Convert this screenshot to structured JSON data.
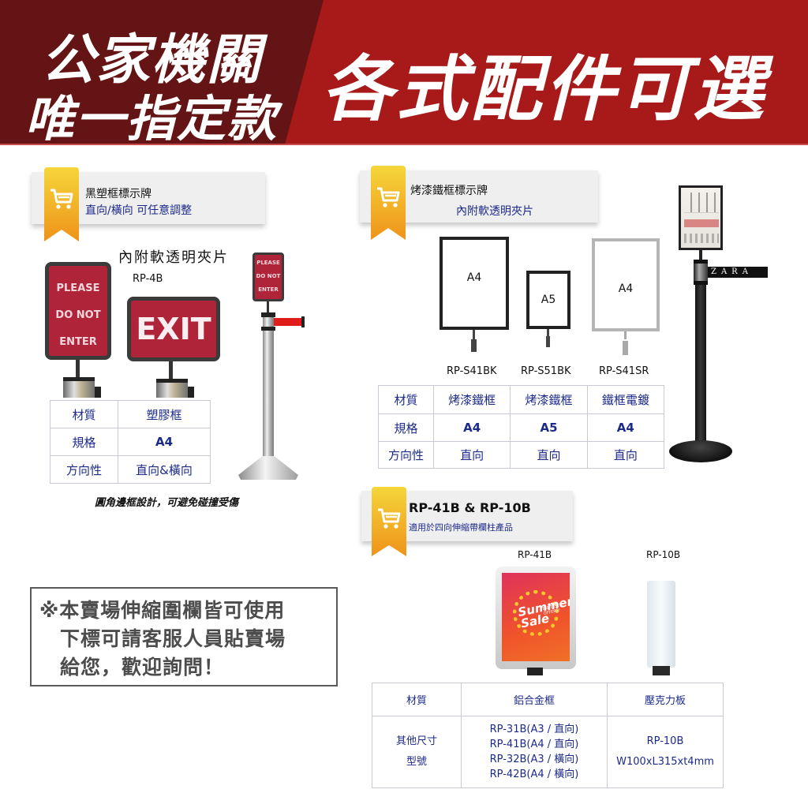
{
  "banner": {
    "left_line1": "公家機關",
    "left_line2": "唯一指定款",
    "right": "各式配件可選",
    "colors": {
      "left_bg": "#641414",
      "right_bg": "#a81a1a"
    }
  },
  "section_plastic": {
    "title": "黑塑框標示牌",
    "subtitle": "直向/橫向 可任意調整",
    "clip_note": "內附軟透明夾片",
    "model": "RP-4B",
    "sign_left": [
      "PLEASE",
      "DO  NOT",
      "ENTER"
    ],
    "sign_middle": "EXIT",
    "sign_pole": [
      "PLEASE",
      "DO  NOT",
      "ENTER"
    ],
    "table": [
      {
        "label": "材質",
        "value": "塑膠框"
      },
      {
        "label": "規格",
        "value": "A4"
      },
      {
        "label": "方向性",
        "value": "直向&橫向"
      }
    ],
    "footnote": "圓角邊框設計，可避免碰撞受傷"
  },
  "section_metal": {
    "title": "烤漆鐵框標示牌",
    "subtitle": "內附軟透明夾片",
    "frames": [
      {
        "size": "A4",
        "model": "RP-S41BK",
        "finish": "black"
      },
      {
        "size": "A5",
        "model": "RP-S51BK",
        "finish": "black"
      },
      {
        "size": "A4",
        "model": "RP-S41SR",
        "finish": "silver"
      }
    ],
    "table": {
      "rows": [
        {
          "label": "材質",
          "values": [
            "烤漆鐵框",
            "烤漆鐵框",
            "鐵框電鍍"
          ]
        },
        {
          "label": "規格",
          "values": [
            "A4",
            "A5",
            "A4"
          ]
        },
        {
          "label": "方向性",
          "values": [
            "直向",
            "直向",
            "直向"
          ]
        }
      ]
    },
    "belt_text": "ZARA"
  },
  "section_rp41b": {
    "title": "RP-41B & RP-10B",
    "subtitle": "適用於四向伸縮帶欄柱產品",
    "product_a": "RP-41B",
    "product_b": "RP-10B",
    "poster_text": [
      "Summer",
      "Sale",
      "FANTASTIC OFFERS!"
    ],
    "table": {
      "header": [
        "材質",
        "鋁合金框",
        "壓克力板"
      ],
      "row_label": [
        "其他尺寸",
        "型號"
      ],
      "col_a": [
        "RP-31B(A3 / 直向)",
        "RP-41B(A4 / 直向)",
        "RP-32B(A3 / 橫向)",
        "RP-42B(A4 / 橫向)"
      ],
      "col_b": [
        "RP-10B",
        "W100xL315xt4mm"
      ]
    }
  },
  "notice": {
    "lines": [
      "※本賣場伸縮圍欄皆可使用",
      "　下標可請客服人員貼賣場",
      "　給您，歡迎詢問！"
    ]
  }
}
